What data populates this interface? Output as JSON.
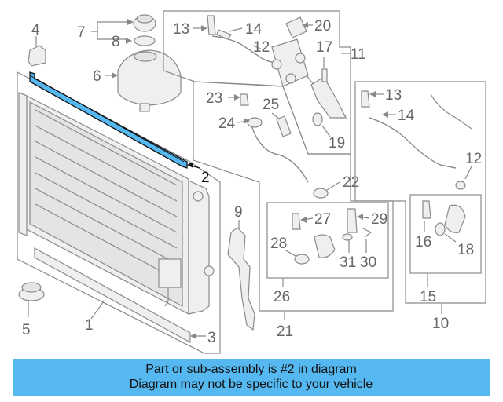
{
  "callouts": {
    "c1": "1",
    "c2": "2",
    "c3": "3",
    "c4": "4",
    "c5": "5",
    "c6": "6",
    "c7": "7",
    "c8": "8",
    "c9": "9",
    "c10": "10",
    "c11": "11",
    "c12a": "12",
    "c12b": "12",
    "c13a": "13",
    "c13b": "13",
    "c14a": "14",
    "c14b": "14",
    "c15": "15",
    "c16": "16",
    "c17": "17",
    "c18": "18",
    "c19": "19",
    "c20": "20",
    "c21": "21",
    "c22": "22",
    "c23": "23",
    "c24": "24",
    "c25": "25",
    "c26": "26",
    "c27": "27",
    "c28": "28",
    "c29": "29",
    "c30": "30",
    "c31": "31"
  },
  "highlight_color": "#55b8f0",
  "caption": {
    "line1": "Part or sub-assembly is #2 in diagram",
    "line2": "Diagram may not be specific to your vehicle"
  }
}
